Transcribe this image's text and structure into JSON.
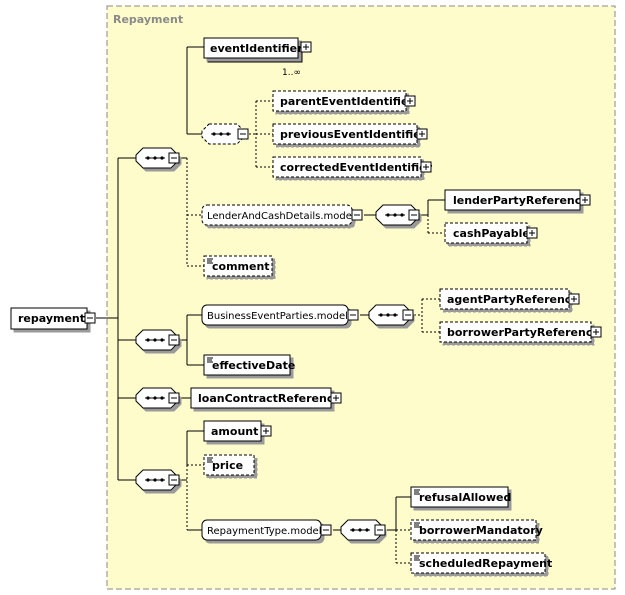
{
  "group": {
    "title": "Repayment"
  },
  "root": {
    "label": "repayment"
  },
  "nodes": {
    "eventIdentifier": "eventIdentifier",
    "eventIdentifier_mult": "1..∞",
    "parentEventIdentifier": "parentEventIdentifier",
    "previousEventIdentifier": "previousEventIdentifier",
    "correctedEventIdentifier": "correctedEventIdentifier",
    "lenderAndCashDetails": "LenderAndCashDetails.model",
    "lenderPartyReference": "lenderPartyReference",
    "cashPayable": "cashPayable",
    "comment": "comment",
    "businessEventParties": "BusinessEventParties.model",
    "agentPartyReference": "agentPartyReference",
    "borrowerPartyReference": "borrowerPartyReference",
    "effectiveDate": "effectiveDate",
    "loanContractReference": "loanContractReference",
    "amount": "amount",
    "price": "price",
    "repaymentType": "RepaymentType.model",
    "refusalAllowed": "refusalAllowed",
    "borrowerMandatory": "borrowerMandatory",
    "scheduledRepayment": "scheduledRepayment"
  },
  "colors": {
    "group_fill": "#fffccc",
    "group_border": "#888888",
    "line": "#000000"
  }
}
